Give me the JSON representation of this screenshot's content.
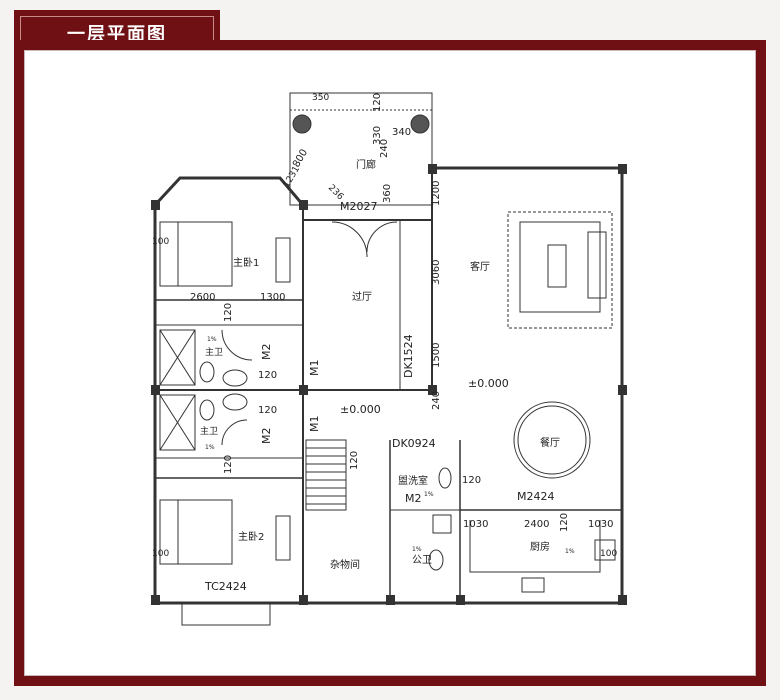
{
  "title": "一层平面图",
  "rooms": {
    "master_bedroom_1": "主卧1",
    "master_bedroom_2": "主卧2",
    "hallway": "过厅",
    "living_room": "客厅",
    "porch": "门廊",
    "dining_room": "餐厅",
    "storage": "杂物间",
    "bathroom_1": "主卫",
    "bathroom_2": "主卫",
    "laundry": "盥洗室",
    "public_toilet": "公卫",
    "kitchen": "厨房"
  },
  "labels": {
    "door_m2027": "M2027",
    "door_m1_a": "M1",
    "door_m1_b": "M1",
    "door_m2_a": "M2",
    "door_m2_b": "M2",
    "door_m2_c": "M2",
    "door_m2424": "M2424",
    "window_dk1524": "DK1524",
    "window_dk0924": "DK0924",
    "window_tc2424": "TC2424",
    "elev_1": "±0.000",
    "elev_2": "±0.000",
    "slope_1": "1%",
    "slope_2": "1%",
    "slope_3": "1%",
    "slope_4": "1%",
    "slope_5": "1%"
  },
  "dimensions": {
    "d2600": "2600",
    "d1300": "1300",
    "d120_a": "120",
    "d120_b": "120",
    "d120_c": "120",
    "d120_d": "120",
    "d120_e": "120",
    "d120_f": "120",
    "d120_g": "120",
    "d120_h": "120",
    "d100_a": "100",
    "d100_b": "100",
    "d100_c": "100",
    "d3060": "3060",
    "d1500": "1500",
    "d1200": "1200",
    "d240_a": "240",
    "d240_b": "240",
    "d330": "330",
    "d340": "340",
    "d360": "360",
    "d350": "350",
    "d800": "800",
    "d236": "236",
    "d1030_a": "1030",
    "d1030_b": "1030",
    "d2400": "2400",
    "d1231": "1231"
  }
}
